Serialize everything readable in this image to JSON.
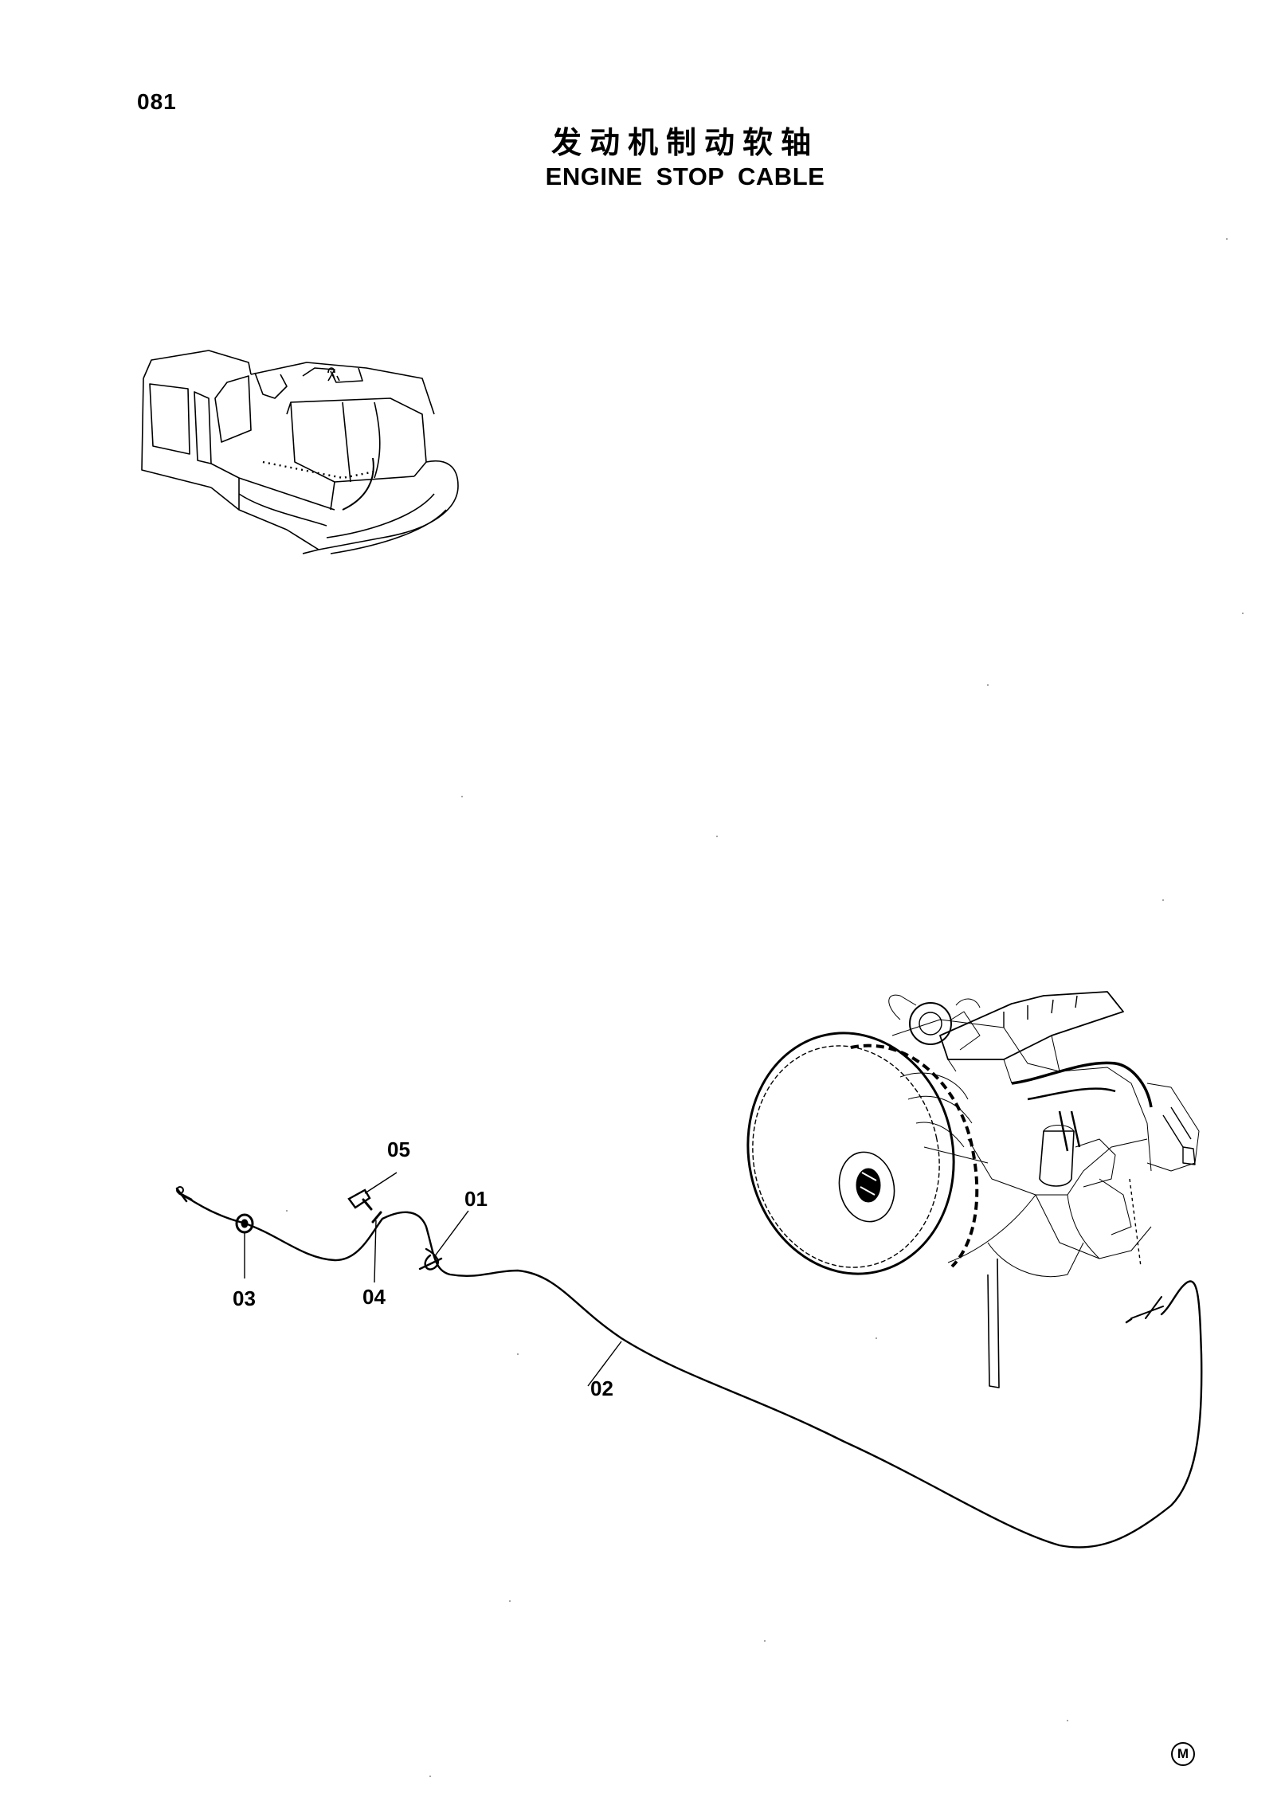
{
  "page_number": "081",
  "title_cn": "发动机制动软轴",
  "title_en": "ENGINE STOP CABLE",
  "callouts": {
    "c01": "01",
    "c02": "02",
    "c03": "03",
    "c04": "04",
    "c05": "05"
  },
  "mark": "M",
  "colors": {
    "line": "#000000",
    "background": "#ffffff"
  }
}
